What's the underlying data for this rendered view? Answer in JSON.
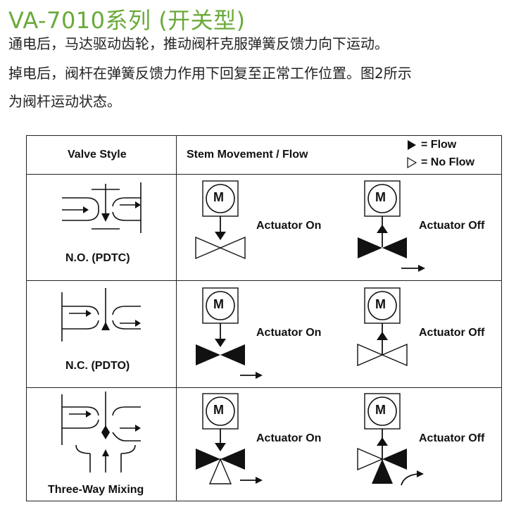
{
  "title": "VA-7010系列 (开关型)",
  "paragraph": {
    "line1": "通电后，马达驱动齿轮，推动阀杆克服弹簧反馈力向下运动。",
    "line2": "掉电后，阀杆在弹簧反馈力作用下回复至正常工作位置。图2所示",
    "line3": "为阀杆运动状态。"
  },
  "table": {
    "header": {
      "valve_style": "Valve Style",
      "stem_movement": "Stem Movement / Flow",
      "legend_flow": "= Flow",
      "legend_no_flow": "= No Flow"
    },
    "rows": [
      {
        "style_label": "N.O. (PDTC)",
        "on_label": "Actuator On",
        "off_label": "Actuator Off",
        "motor_label": "M"
      },
      {
        "style_label": "N.C. (PDTO)",
        "on_label": "Actuator On",
        "off_label": "Actuator Off",
        "motor_label": "M"
      },
      {
        "style_label": "Three-Way Mixing",
        "on_label": "Actuator On",
        "off_label": "Actuator Off",
        "motor_label": "M"
      }
    ]
  }
}
